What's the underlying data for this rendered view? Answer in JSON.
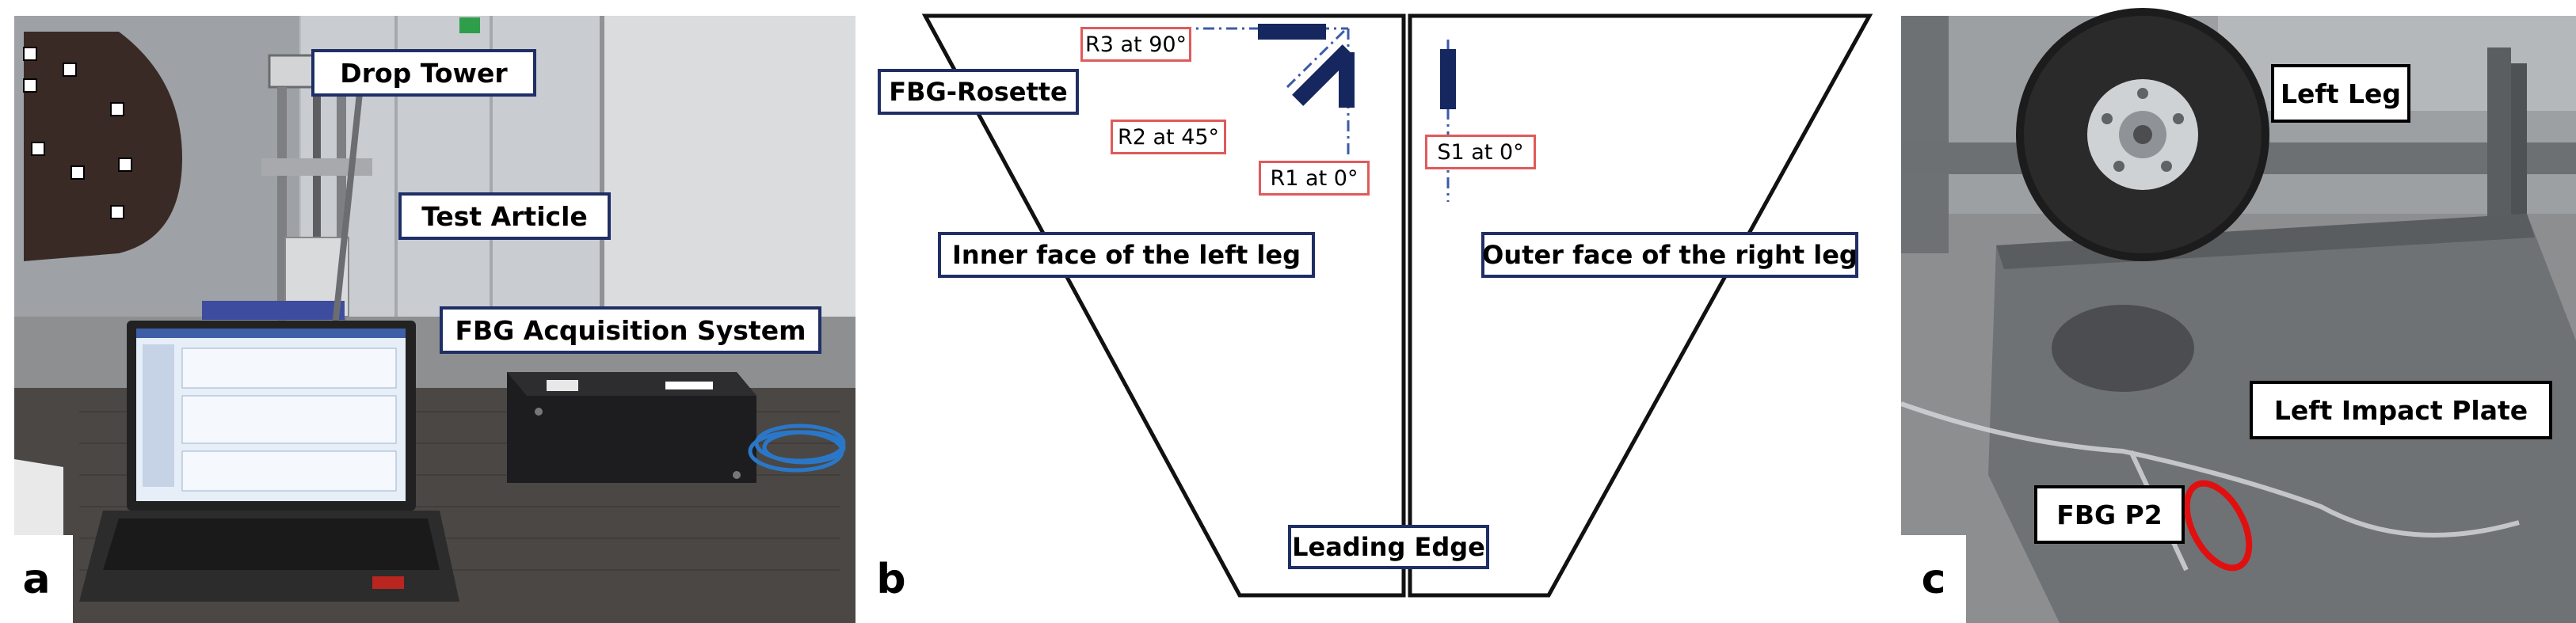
{
  "panel_a": {
    "letter": "a",
    "labels": {
      "drop_tower": "Drop Tower",
      "test_article": "Test Article",
      "fbg_acquisition": "FBG Acquisition System"
    }
  },
  "panel_b": {
    "letter": "b",
    "labels": {
      "fbg_rosette": "FBG-Rosette",
      "r3": "R3 at 90°",
      "r2": "R2 at 45°",
      "r1": "R1 at 0°",
      "s1": "S1 at 0°",
      "inner_face": "Inner face of the left leg",
      "outer_face": "Outer face of the right leg",
      "leading_edge": "Leading Edge"
    }
  },
  "panel_c": {
    "letter": "c",
    "labels": {
      "left_leg": "Left Leg",
      "left_impact_plate": "Left Impact Plate",
      "fbg_p2": "FBG P2"
    }
  },
  "colors": {
    "navy_border": "#1f2f66",
    "red_border": "#e05a5a",
    "sensor_bar": "#15275e",
    "ellipse_red": "#e01010"
  }
}
